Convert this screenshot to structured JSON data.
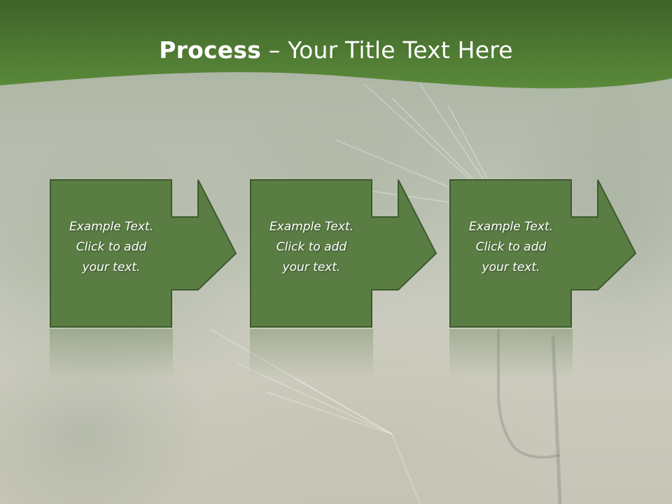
{
  "slide": {
    "title_bold": "Process",
    "title_rest": " – Your Title Text Here"
  },
  "steps": [
    {
      "line1": "Example Text.",
      "line2": "Click  to add",
      "line3": "your text."
    },
    {
      "line1": "Example Text.",
      "line2": "Click  to add",
      "line3": "your text."
    },
    {
      "line1": "Example Text.",
      "line2": "Click  to add",
      "line3": "your text."
    }
  ],
  "colors": {
    "banner": "#4f7a31",
    "banner_dark": "#3f6527",
    "box_fill": "#5a7d44",
    "box_stroke": "#3c5a2c"
  }
}
